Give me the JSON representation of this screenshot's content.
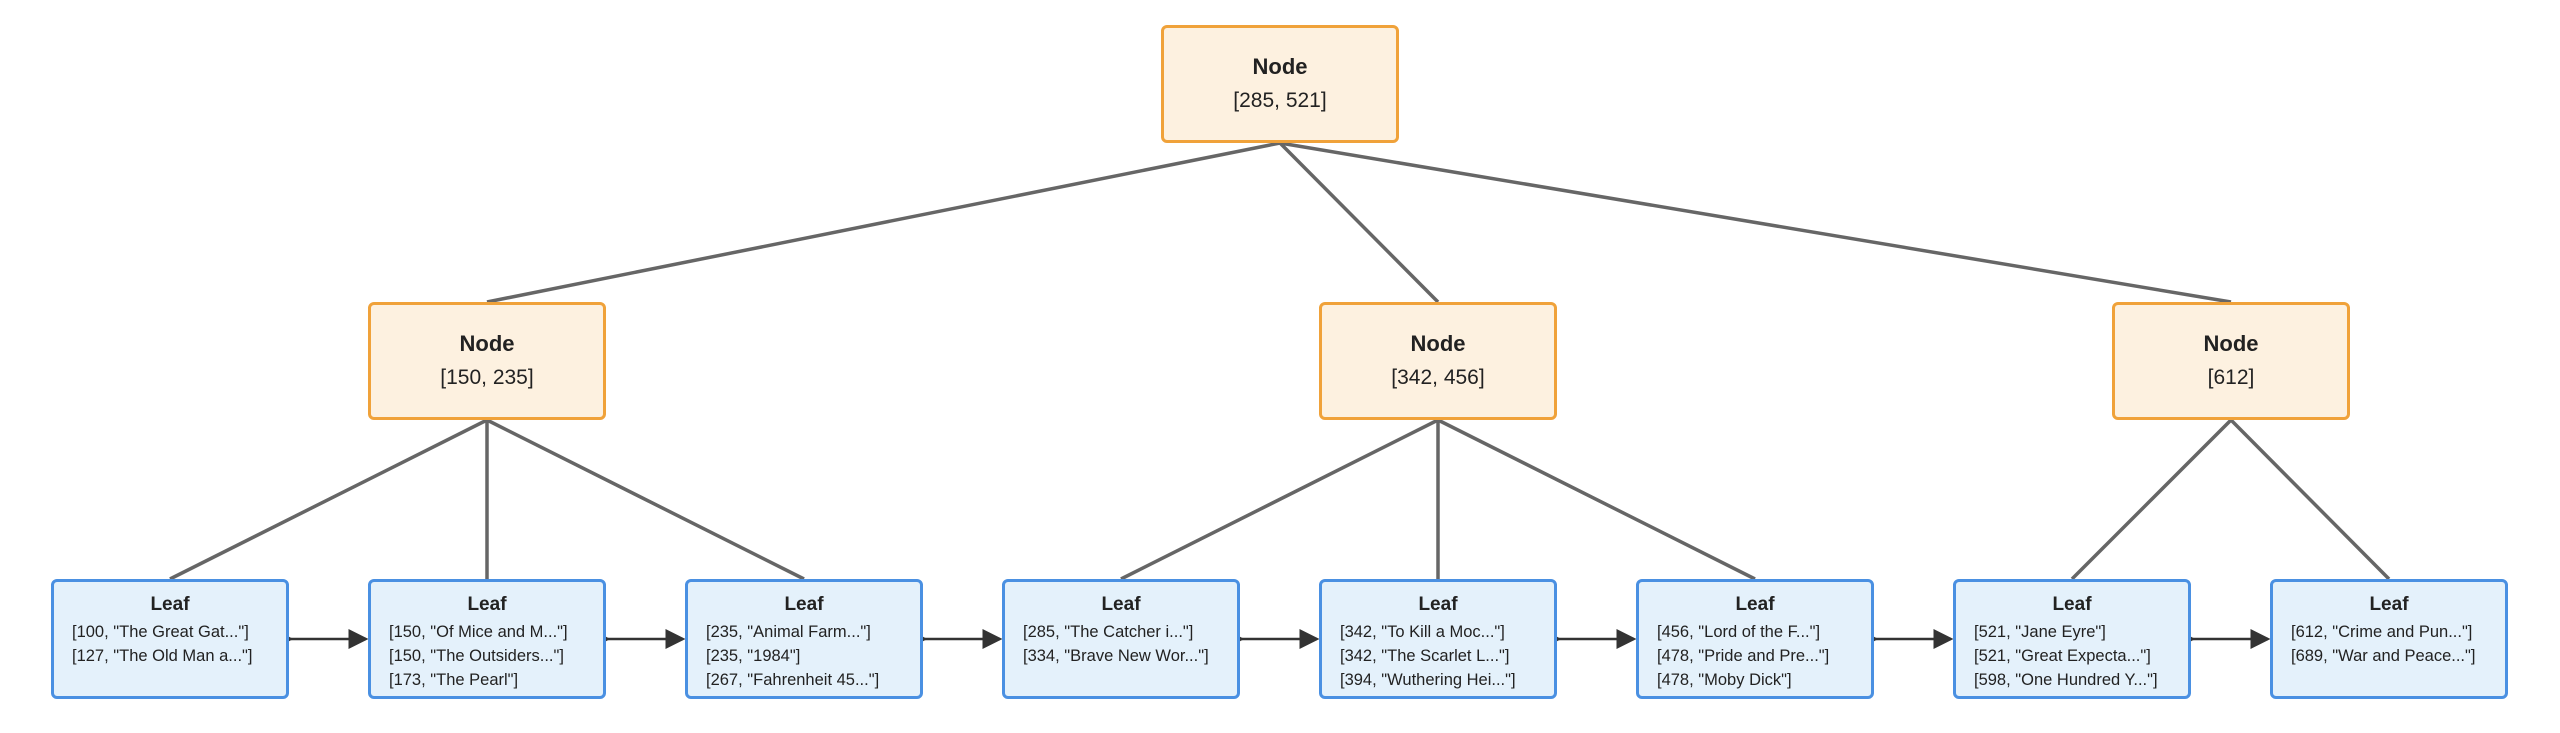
{
  "colors": {
    "internal_fill": "#fdf1e0",
    "internal_border": "#f0a23a",
    "leaf_fill": "#e4f1fb",
    "leaf_border": "#4a90e2",
    "edge": "#666666",
    "sibling_link": "#333333"
  },
  "root": {
    "title": "Node",
    "keys": "[285, 521]"
  },
  "internal_nodes": [
    {
      "title": "Node",
      "keys": "[150, 235]"
    },
    {
      "title": "Node",
      "keys": "[342, 456]"
    },
    {
      "title": "Node",
      "keys": "[612]"
    }
  ],
  "leaves": [
    {
      "title": "Leaf",
      "entries": [
        "[100, \"The Great Gat...\"]",
        "[127, \"The Old Man a...\"]"
      ]
    },
    {
      "title": "Leaf",
      "entries": [
        "[150, \"Of Mice and M...\"]",
        "[150, \"The Outsiders...\"]",
        "[173, \"The Pearl\"]"
      ]
    },
    {
      "title": "Leaf",
      "entries": [
        "[235, \"Animal Farm...\"]",
        "[235, \"1984\"]",
        "[267, \"Fahrenheit 45...\"]"
      ]
    },
    {
      "title": "Leaf",
      "entries": [
        "[285, \"The Catcher i...\"]",
        "[334, \"Brave New Wor...\"]"
      ]
    },
    {
      "title": "Leaf",
      "entries": [
        "[342, \"To Kill a Moc...\"]",
        "[342, \"The Scarlet L...\"]",
        "[394, \"Wuthering Hei...\"]"
      ]
    },
    {
      "title": "Leaf",
      "entries": [
        "[456, \"Lord of the F...\"]",
        "[478, \"Pride and Pre...\"]",
        "[478, \"Moby Dick\"]"
      ]
    },
    {
      "title": "Leaf",
      "entries": [
        "[521, \"Jane Eyre\"]",
        "[521, \"Great Expecta...\"]",
        "[598, \"One Hundred Y...\"]"
      ]
    },
    {
      "title": "Leaf",
      "entries": [
        "[612, \"Crime and Pun...\"]",
        "[689, \"War and Peace...\"]"
      ]
    }
  ]
}
